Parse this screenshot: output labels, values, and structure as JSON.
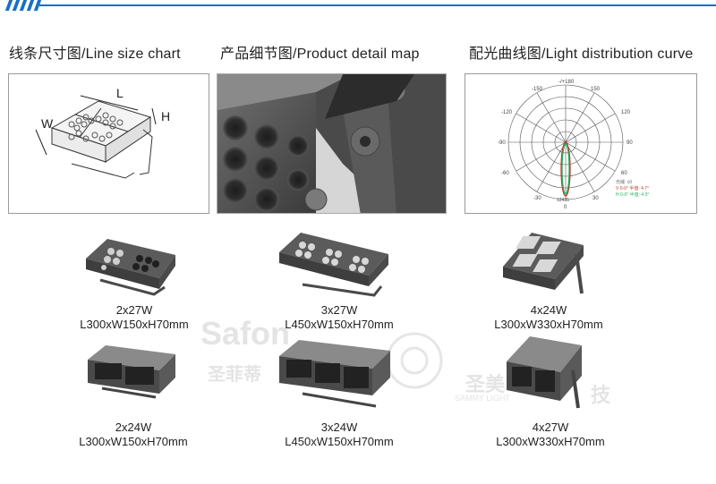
{
  "header": {
    "accent_color": "#1a6fc4"
  },
  "sections": [
    {
      "title": "线条尺寸图/Line size chart"
    },
    {
      "title": "产品细节图/Product detail map"
    },
    {
      "title": "配光曲线图/Light distribution curve"
    }
  ],
  "line_size": {
    "labels": {
      "length": "L",
      "width": "W",
      "height": "H"
    }
  },
  "polar": {
    "top_labels": [
      "-150",
      "-/+180",
      "150"
    ],
    "left_labels": [
      "-120",
      "-90",
      "-60",
      "-30"
    ],
    "right_labels": [
      "120",
      "90",
      "60",
      "30"
    ],
    "bottom_label": "0",
    "legend": [
      "光域: c0",
      "V 0-0°  半值: 4.7°",
      "H 0-0°  半值: 4.0°"
    ],
    "center_scale": "12435"
  },
  "products": [
    {
      "model": "2x27W",
      "size": "L300xW150xH70mm"
    },
    {
      "model": "3x27W",
      "size": "L450xW150xH70mm"
    },
    {
      "model": "4x24W",
      "size": "L300xW330xH70mm"
    },
    {
      "model": "2x24W",
      "size": "L300xW150xH70mm"
    },
    {
      "model": "3x24W",
      "size": "L450xW150xH70mm"
    },
    {
      "model": "4x27W",
      "size": "L300xW330xH70mm"
    }
  ],
  "watermark": {
    "brand": "Safon",
    "chinese": "圣菲蒂",
    "chinese2": "圣美",
    "chinese3": "技",
    "english": "SAMMY LIGHT"
  }
}
